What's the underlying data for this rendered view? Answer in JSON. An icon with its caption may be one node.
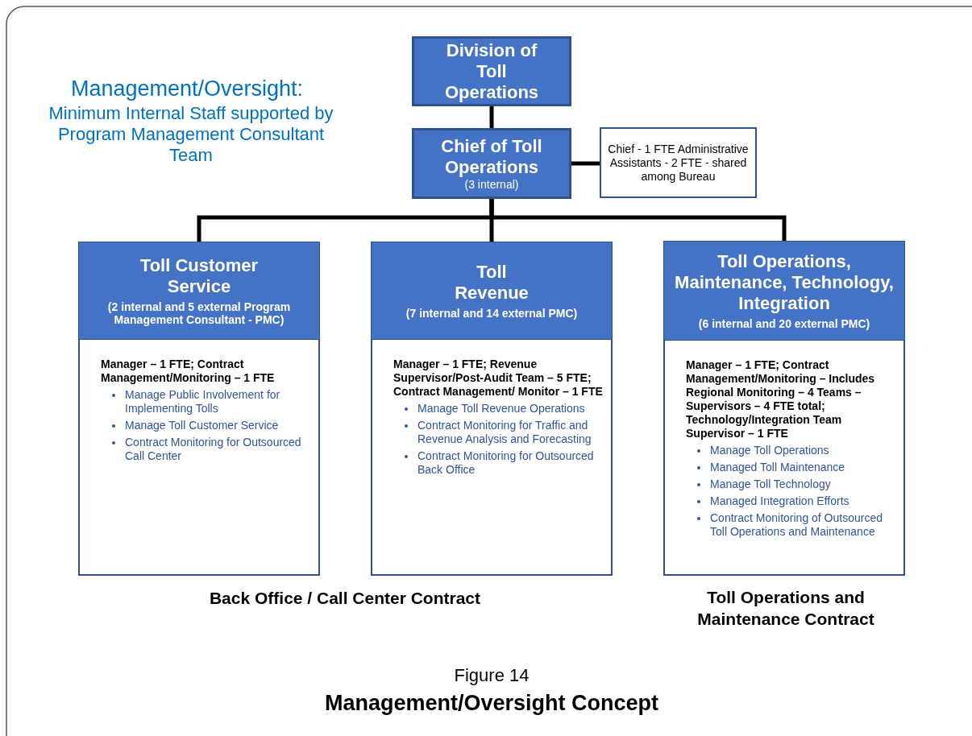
{
  "diagram": {
    "caption": "Management/Oversight Concept",
    "nodes": [
      {
        "text": [
          "Division of Toll Operations"
        ]
      },
      {
        "text": [
          "Chief of Toll Operations",
          "(3 internal)"
        ]
      },
      {
        "text": [
          "Chief - 1 FTE Administrative Assistants - 2 FTE - shared among Bureau"
        ]
      },
      {
        "text": [
          "Toll Customer Service",
          "(2 internal and 5 external Program Management Consultant - PMC)",
          "Manager – 1 FTE; Contract Management/Monitoring – 1 FTE",
          "Manage Public Involvement for Implementing Tolls",
          "Manage Toll Customer Service",
          "Contract Monitoring for Outsourced Call Center"
        ]
      },
      {
        "text": [
          "Toll Revenue",
          "(7 internal and 14 external PMC)",
          "Manager – 1 FTE; Revenue Supervisor/Post-Audit Team – 5 FTE; Contract Management/ Monitor – 1 FTE",
          "Manage Toll Revenue Operations",
          "Contract Monitoring for Traffic and Revenue Analysis and Forecasting",
          "Contract Monitoring for Outsourced Back Office"
        ]
      },
      {
        "text": [
          "Toll Operations, Maintenance, Technology, Integration",
          "(6 internal and 20 external PMC)",
          "Manager – 1 FTE; Contract Management/Monitoring – Includes Regional Monitoring – 4 Teams – Supervisors – 4 FTE total; Technology/Integration Team Supervisor – 1 FTE",
          "Manage Toll Operations",
          "Managed Toll Maintenance",
          "Manage Toll Technology",
          "Managed Integration Efforts",
          "Contract Monitoring of Outsourced Toll Operations and Maintenance"
        ]
      }
    ],
    "edges": [
      {
        "from": 0,
        "to": 1,
        "arrow": "none"
      },
      {
        "from": 1,
        "to": 2,
        "arrow": "none"
      },
      {
        "from": 1,
        "to": 3,
        "arrow": "none"
      },
      {
        "from": 1,
        "to": 4,
        "arrow": "none"
      },
      {
        "from": 1,
        "to": 5,
        "arrow": "none"
      }
    ],
    "labels": [
      "Management/Oversight:",
      "Minimum Internal Staff supported by Program Management Consultant Team",
      "Back Office / Call Center Contract",
      "Toll Operations and Maintenance Contract",
      "Figure 14"
    ]
  }
}
